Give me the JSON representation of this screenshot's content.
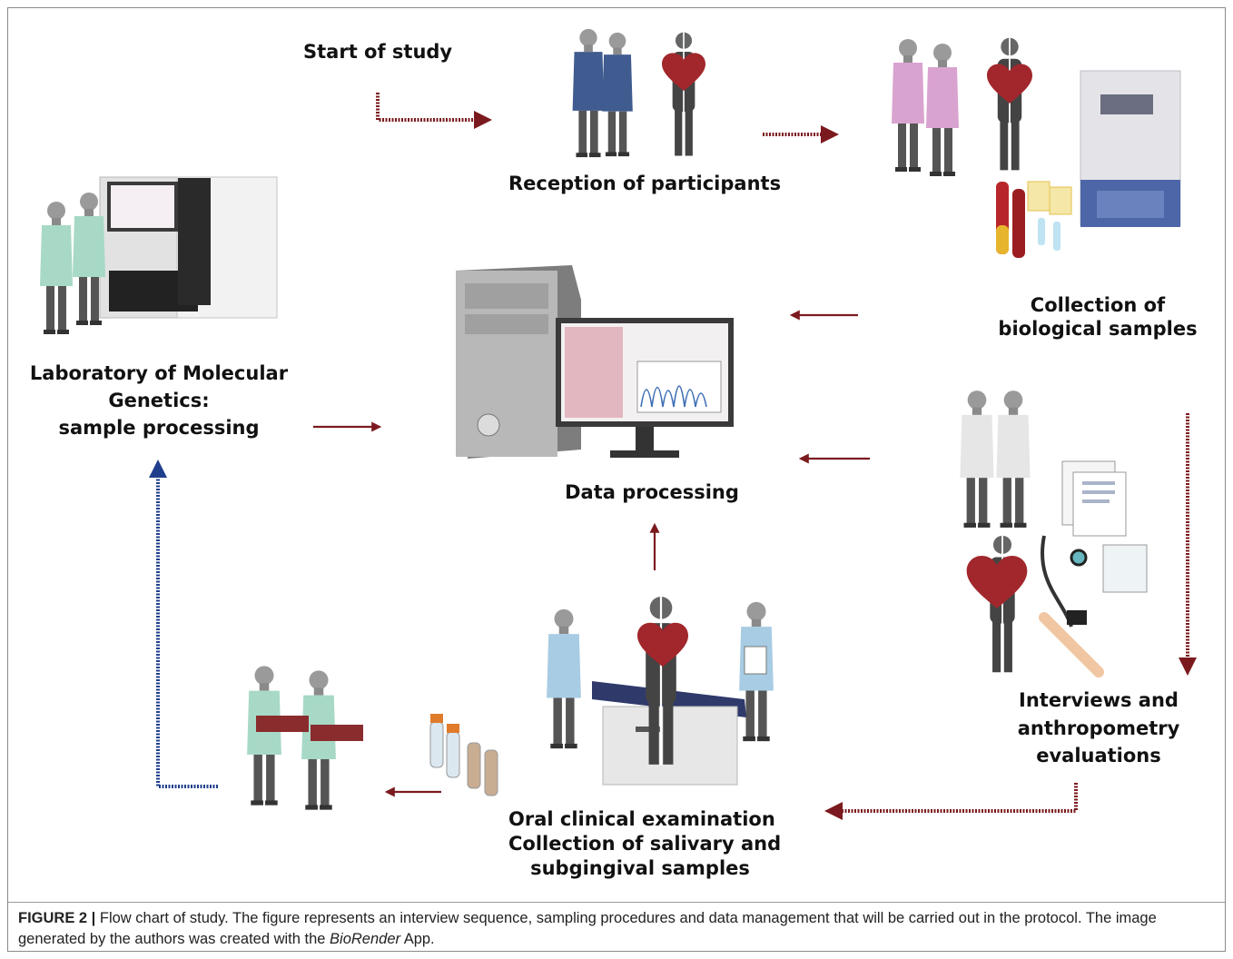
{
  "labels": {
    "start": "Start of study",
    "reception": "Reception of participants",
    "collection_1": "Collection of",
    "collection_2": "biological samples",
    "lab_1": "Laboratory of Molecular",
    "lab_2": "Genetics:",
    "lab_3": "sample processing",
    "data": "Data processing",
    "interviews_1": "Interviews and",
    "interviews_2": "anthropometry",
    "interviews_3": "evaluations",
    "oral_1": "Oral clinical examination",
    "oral_2": "Collection of salivary and",
    "oral_3": "subgingival samples"
  },
  "caption": {
    "figure_label": "FIGURE 2 |",
    "text_before": " Flow chart of study. The figure represents an interview sequence, sampling procedures and data management that will be carried out in the protocol. The image generated by the authors was created with the ",
    "app_name": "BioRender",
    "text_after": " App."
  },
  "colors": {
    "arrow_red": "#7b1a1e",
    "arrow_blue": "#1f3f8c",
    "heart": "#a1272c",
    "coat_blue": "#3f5b8f",
    "coat_pink": "#d9a3cf",
    "coat_green": "#a7d9c6",
    "coat_light": "#a8cce3",
    "coat_white": "#e6e6e6"
  }
}
